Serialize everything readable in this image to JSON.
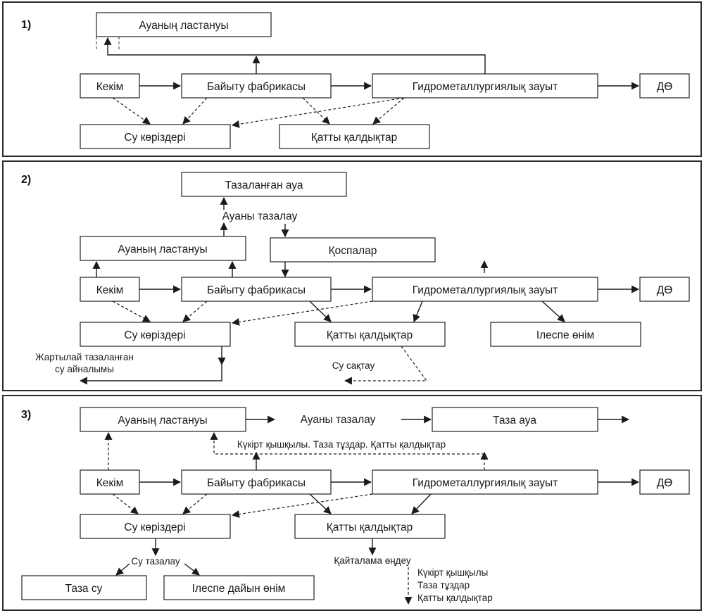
{
  "panels": [
    {
      "number": "1)"
    },
    {
      "number": "2)"
    },
    {
      "number": "3)"
    }
  ],
  "labels": {
    "ore": "Кекім",
    "plant": "Байыту фабрикасы",
    "hydro": "Гидрометаллургиялық зауыт",
    "de": "ДӨ",
    "water": "Су көріздері",
    "solids": "Қатты қалдықтар",
    "air_pollution": "Ауаның ластануы",
    "clean_air": "Тазаланған ауа",
    "air_cleaning": "Ауаны тазалау",
    "additives": "Қоспалар",
    "byproduct": "Ілеспе өнім",
    "partial_water_line1": "Жартылай тазаланған",
    "partial_water_line2": "су айналымы",
    "water_storage": "Су сақтау",
    "pure_air": "Таза ауа",
    "sulfur_line": "Күкірт қышқылы. Таза тұздар. Қатты қалдықтар",
    "water_cleaning": "Су тазалау",
    "pure_water": "Таза су",
    "finished_byproduct": "Ілеспе дайын өнім",
    "recycling": "Қайталама өңдеу",
    "sulfuric_acid": "Күкірт қышқылы",
    "pure_salts": "Таза тұздар",
    "solid_waste": "Қатты қалдықтар"
  }
}
